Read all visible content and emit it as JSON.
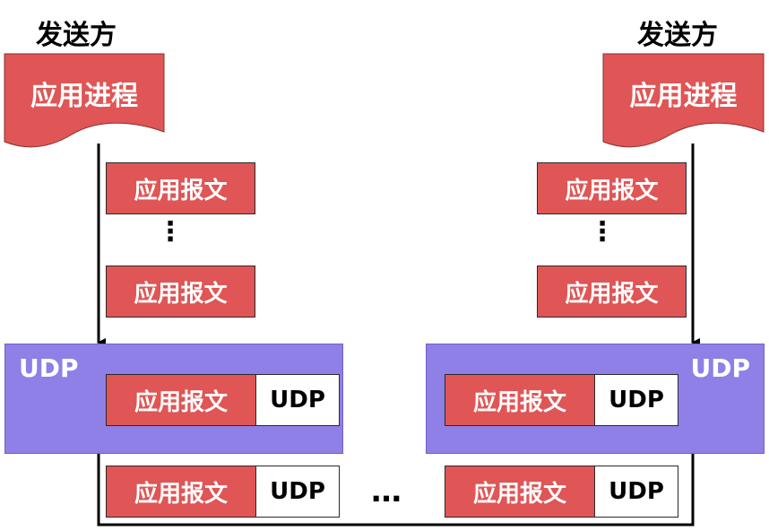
{
  "sender_left": {
    "title": "发送方",
    "process_label": "应用进程",
    "messages": [
      "应用报文",
      "应用报文"
    ],
    "vertical_dots": "⋮"
  },
  "sender_right": {
    "title": "发送方",
    "process_label": "应用进程",
    "messages": [
      "应用报文",
      "应用报文"
    ],
    "vertical_dots": "⋮"
  },
  "udp_left": {
    "label": "UDP",
    "datagram": {
      "data": "应用报文",
      "header": "UDP"
    }
  },
  "udp_right": {
    "label": "UDP",
    "datagram": {
      "data": "应用报文",
      "header": "UDP"
    }
  },
  "bottom": {
    "datagrams": [
      {
        "data": "应用报文",
        "header": "UDP"
      },
      {
        "data": "应用报文",
        "header": "UDP"
      }
    ],
    "ellipsis": "…"
  },
  "colors": {
    "message_fill": "#e05555",
    "udp_box_fill": "#8e80e6",
    "header_fill": "#ffffff",
    "line": "#000000"
  }
}
